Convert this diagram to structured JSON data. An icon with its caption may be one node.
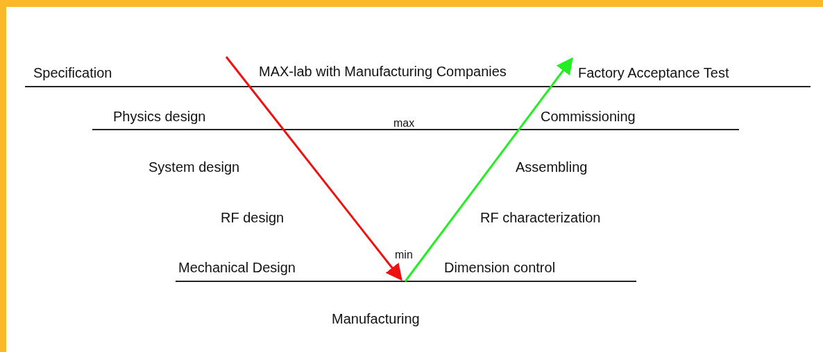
{
  "diagram": {
    "title": "MAX-lab with Manufacturing Companies",
    "labels": [
      "Specification",
      "Factory Acceptance Test",
      "Physics design",
      "max",
      "Commissioning",
      "System design",
      "Assembling",
      "RF design",
      "RF characterization",
      "min",
      "Mechanical Design",
      "Dimension control",
      "Manufacturing"
    ]
  }
}
